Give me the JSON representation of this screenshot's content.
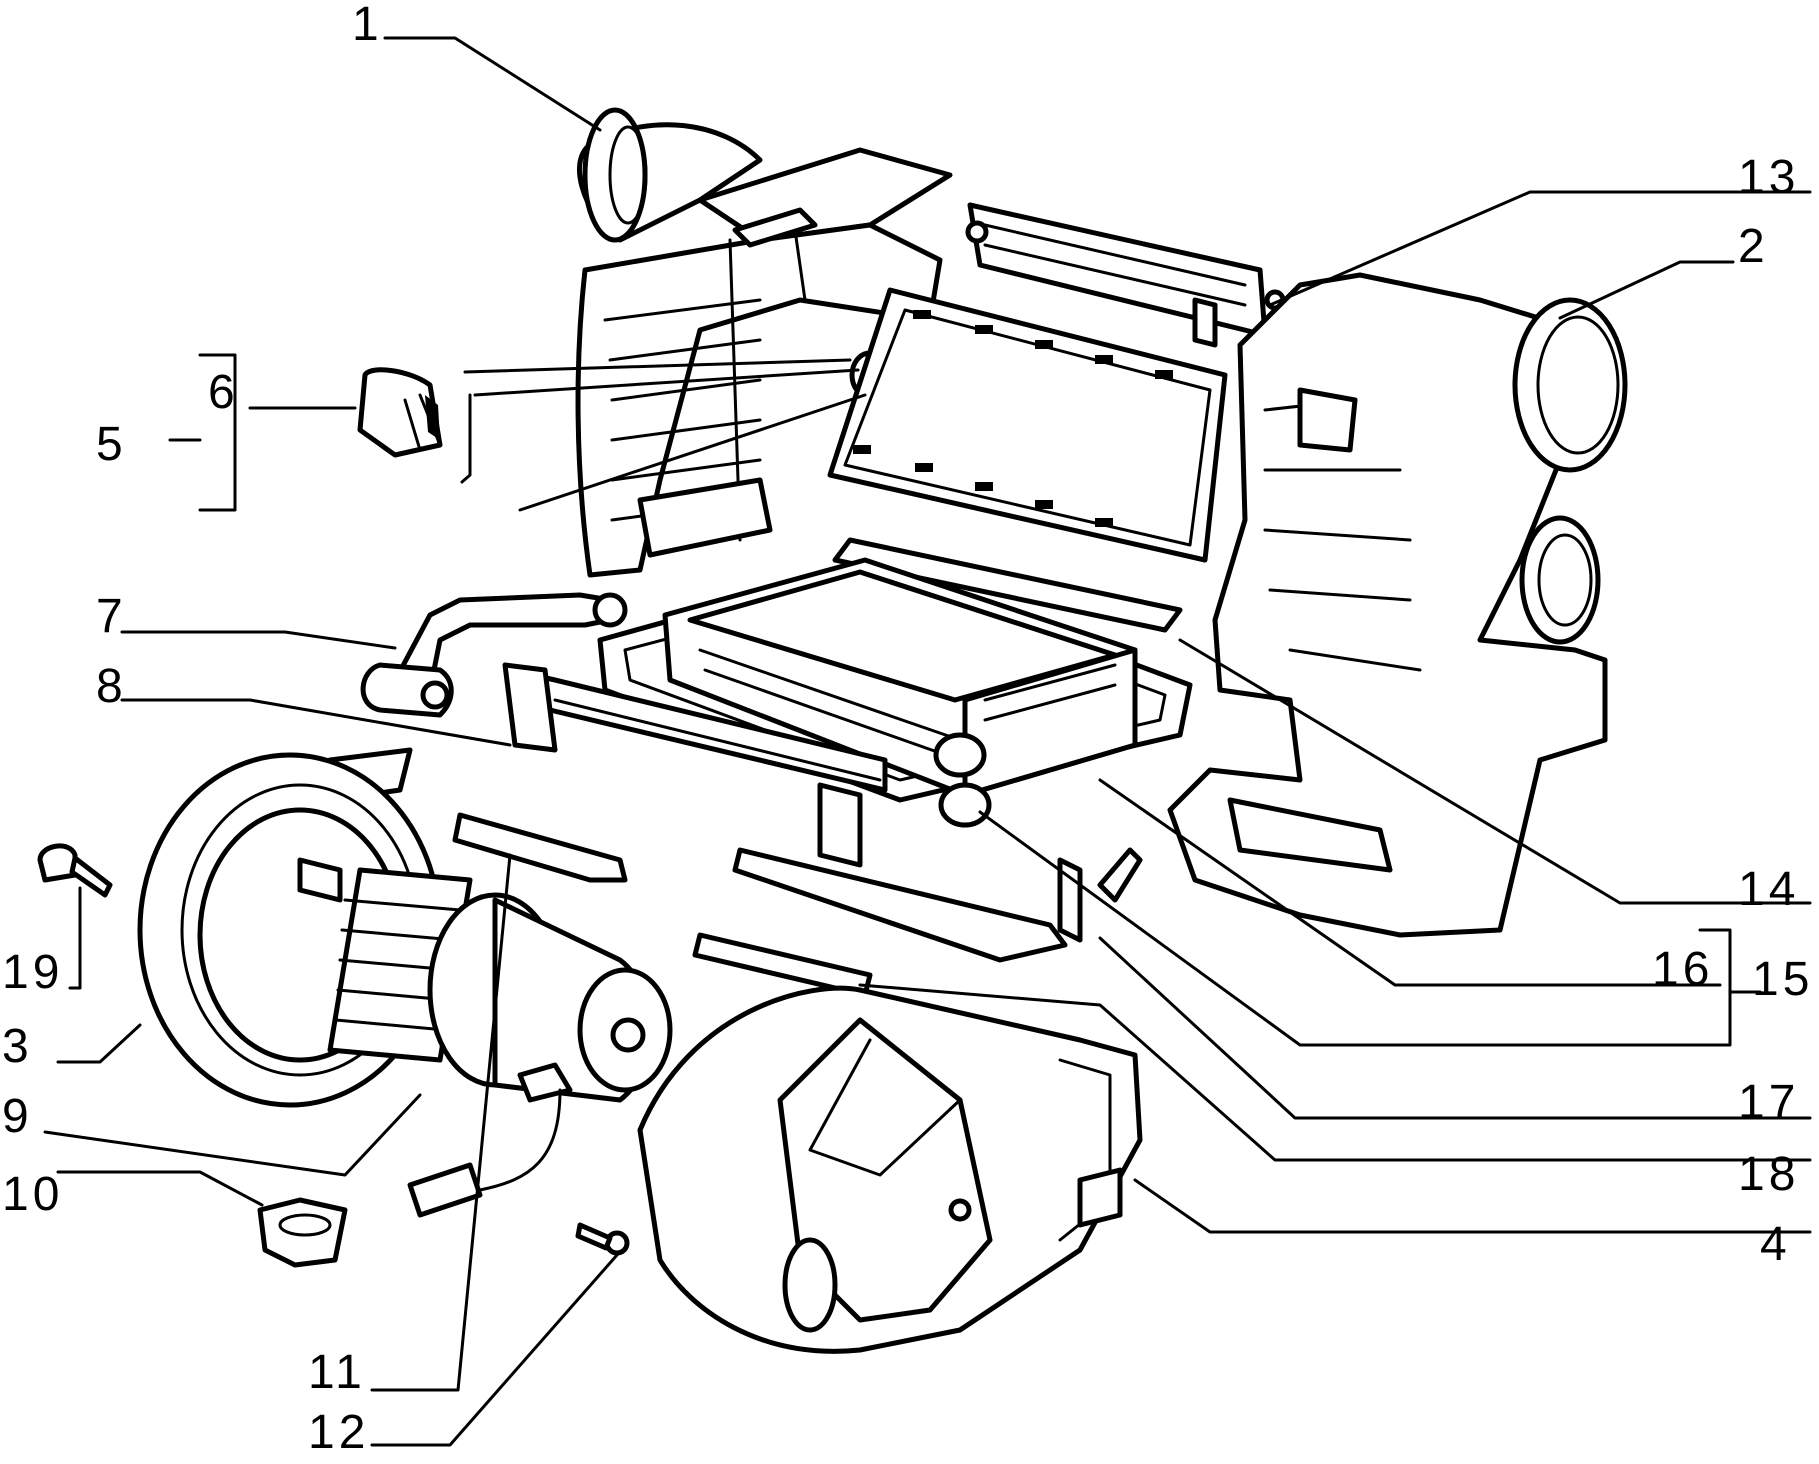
{
  "diagram": {
    "callouts": [
      {
        "id": "c1",
        "label": "1"
      },
      {
        "id": "c13",
        "label": "13"
      },
      {
        "id": "c2",
        "label": "2"
      },
      {
        "id": "c6",
        "label": "6"
      },
      {
        "id": "c5",
        "label": "5"
      },
      {
        "id": "c7",
        "label": "7"
      },
      {
        "id": "c8",
        "label": "8"
      },
      {
        "id": "c19",
        "label": "19"
      },
      {
        "id": "c3",
        "label": "3"
      },
      {
        "id": "c9",
        "label": "9"
      },
      {
        "id": "c10",
        "label": "10"
      },
      {
        "id": "c11",
        "label": "11"
      },
      {
        "id": "c12",
        "label": "12"
      },
      {
        "id": "c14",
        "label": "14"
      },
      {
        "id": "c16",
        "label": "16"
      },
      {
        "id": "c15",
        "label": "15"
      },
      {
        "id": "c17",
        "label": "17"
      },
      {
        "id": "c18",
        "label": "18"
      },
      {
        "id": "c4",
        "label": "4"
      }
    ]
  }
}
